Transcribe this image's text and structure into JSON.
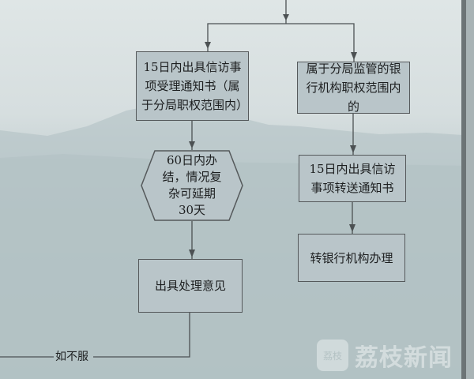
{
  "flowchart": {
    "left": {
      "accept_notice": "15日内出具信访事项受理通知书（属于分局职权范围内）",
      "process_deadline": "60日内办结，情况复杂可延期30天",
      "opinion": "出具处理意见",
      "disagree_label": "如不服"
    },
    "right": {
      "bank_scope": "属于分局监管的银行机构职权范围内的",
      "transfer_notice": "15日内出具信访事项转送通知书",
      "transfer_bank": "转银行机构办理"
    }
  },
  "watermark": {
    "logo_text": "荔枝",
    "brand": "荔枝新闻"
  }
}
